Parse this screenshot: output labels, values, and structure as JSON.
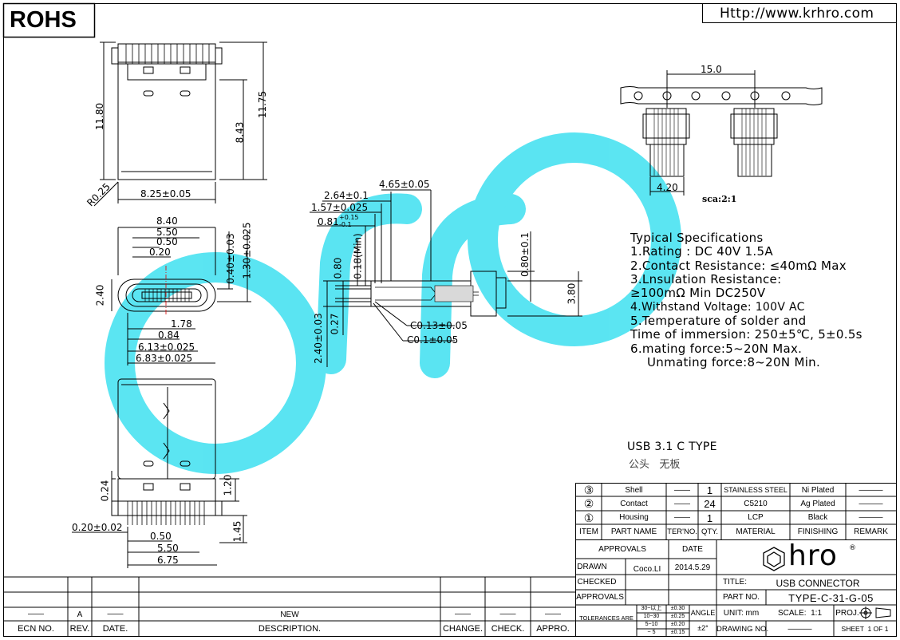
{
  "header": {
    "badge": "ROHS",
    "website": "Http://www.krhro.com"
  },
  "dims_top": {
    "height_total": "11.80",
    "height_shell": "11.75",
    "height_mid": "8.43",
    "width": "8.25±0.05",
    "radius": "R0.25"
  },
  "dims_end": {
    "w1": "8.40",
    "w2": "5.50",
    "w3": "0.50",
    "w4": "0.20",
    "h1": "2.40",
    "v1": "0.40±0.03",
    "v2": "1.30±0.025",
    "b1": "1.78",
    "b2": "0.84",
    "b3": "6.13±0.025",
    "b4": "6.83±0.025"
  },
  "dims_side": {
    "a1": "4.65±0.05",
    "a2": "2.64±0.1",
    "a3": "1.57±0.025",
    "a4": "0.81",
    "a4_tol_up": "+0.15",
    "a4_tol_dn": "-0.1",
    "v1": "0.80",
    "v2": "0.18(Min)",
    "v3": "0.80±0.1",
    "v4": "3.80",
    "v5": "2.40±0.03",
    "v6": "0.27",
    "c1": "C0.13±0.05",
    "c2": "C0.1±0.05"
  },
  "dims_bottom": {
    "v1": "0.24",
    "v2": "1.20",
    "v3": "1.45",
    "h1": "0.20±0.02",
    "h2": "0.50",
    "h3": "5.50",
    "h4": "6.75"
  },
  "dims_tape": {
    "pitch": "15.0",
    "width": "4.20",
    "scale_note": "sca:2:1"
  },
  "specs": {
    "title": "Typical Specifications",
    "lines": [
      "1.Rating :  DC 40V 1.5A",
      "2.Contact Resistance: ≤40mΩ Max",
      "3.Lnsulation Resistance:",
      "≥100mΩ Min DC250V",
      "4.Withstand Voltage: 100V AC",
      "5.Temperature of solder and",
      "Time of immersion: 250±5℃, 5±0.5s",
      "6.mating force:5~20N Max.",
      "Unmating force:8~20N Min."
    ]
  },
  "product": {
    "type": "USB 3.1 C TYPE",
    "note_cn": "公头   无板"
  },
  "bom": {
    "rows": [
      {
        "item": "③",
        "name": "Shell",
        "ter": "——",
        "qty": "1",
        "material": "STAINLESS STEEL",
        "finish": "Ni Plated",
        "remark": "———"
      },
      {
        "item": "②",
        "name": "Contact",
        "ter": "——",
        "qty": "24",
        "material": "C5210",
        "finish": "Ag Plated",
        "remark": "———"
      },
      {
        "item": "①",
        "name": "Housing",
        "ter": "——",
        "qty": "1",
        "material": "LCP",
        "finish": "Black",
        "remark": "———"
      }
    ],
    "headers": {
      "item": "ITEM",
      "name": "PART NAME",
      "ter": "TER'NO.",
      "qty": "QTY.",
      "material": "MATERIAL",
      "finish": "FINISHING",
      "remark": "REMARK"
    }
  },
  "title_block": {
    "approvals": "APPROVALS",
    "date_label": "DATE",
    "drawn": "DRAWN",
    "drawn_by": "Coco.LI",
    "drawn_date": "2014.5.29",
    "checked": "CHECKED",
    "approvals2": "APPROVALS",
    "tolerances": "TOLERANCES ARE",
    "tol_ranges": [
      "30~以上",
      "10~30",
      "5~10",
      "~ 5"
    ],
    "tol_values": [
      "±0.30",
      "±0.25",
      "±0.20",
      "±0.15"
    ],
    "angle_label": "ANGLE",
    "angle_value": "±2°",
    "logo": "hro",
    "title_label": "TITLE:",
    "title_value": "USB CONNECTOR",
    "part_label": "PART NO.",
    "part_value": "TYPE-C-31-G-05",
    "unit": "UNIT: mm",
    "scale": "SCALE:  1:1",
    "proj": "PROJ.",
    "drawing_label": "DRAWING NO.",
    "drawing_value": "———",
    "sheet": "SHEET  1 OF 1"
  },
  "revision": {
    "rev_value": "A",
    "desc_value": "NEW",
    "dashes": "——",
    "cols": [
      "ECN NO.",
      "REV.",
      "DATE.",
      "DESCRIPTION.",
      "CHANGE.",
      "CHECK.",
      "APPRO."
    ]
  }
}
